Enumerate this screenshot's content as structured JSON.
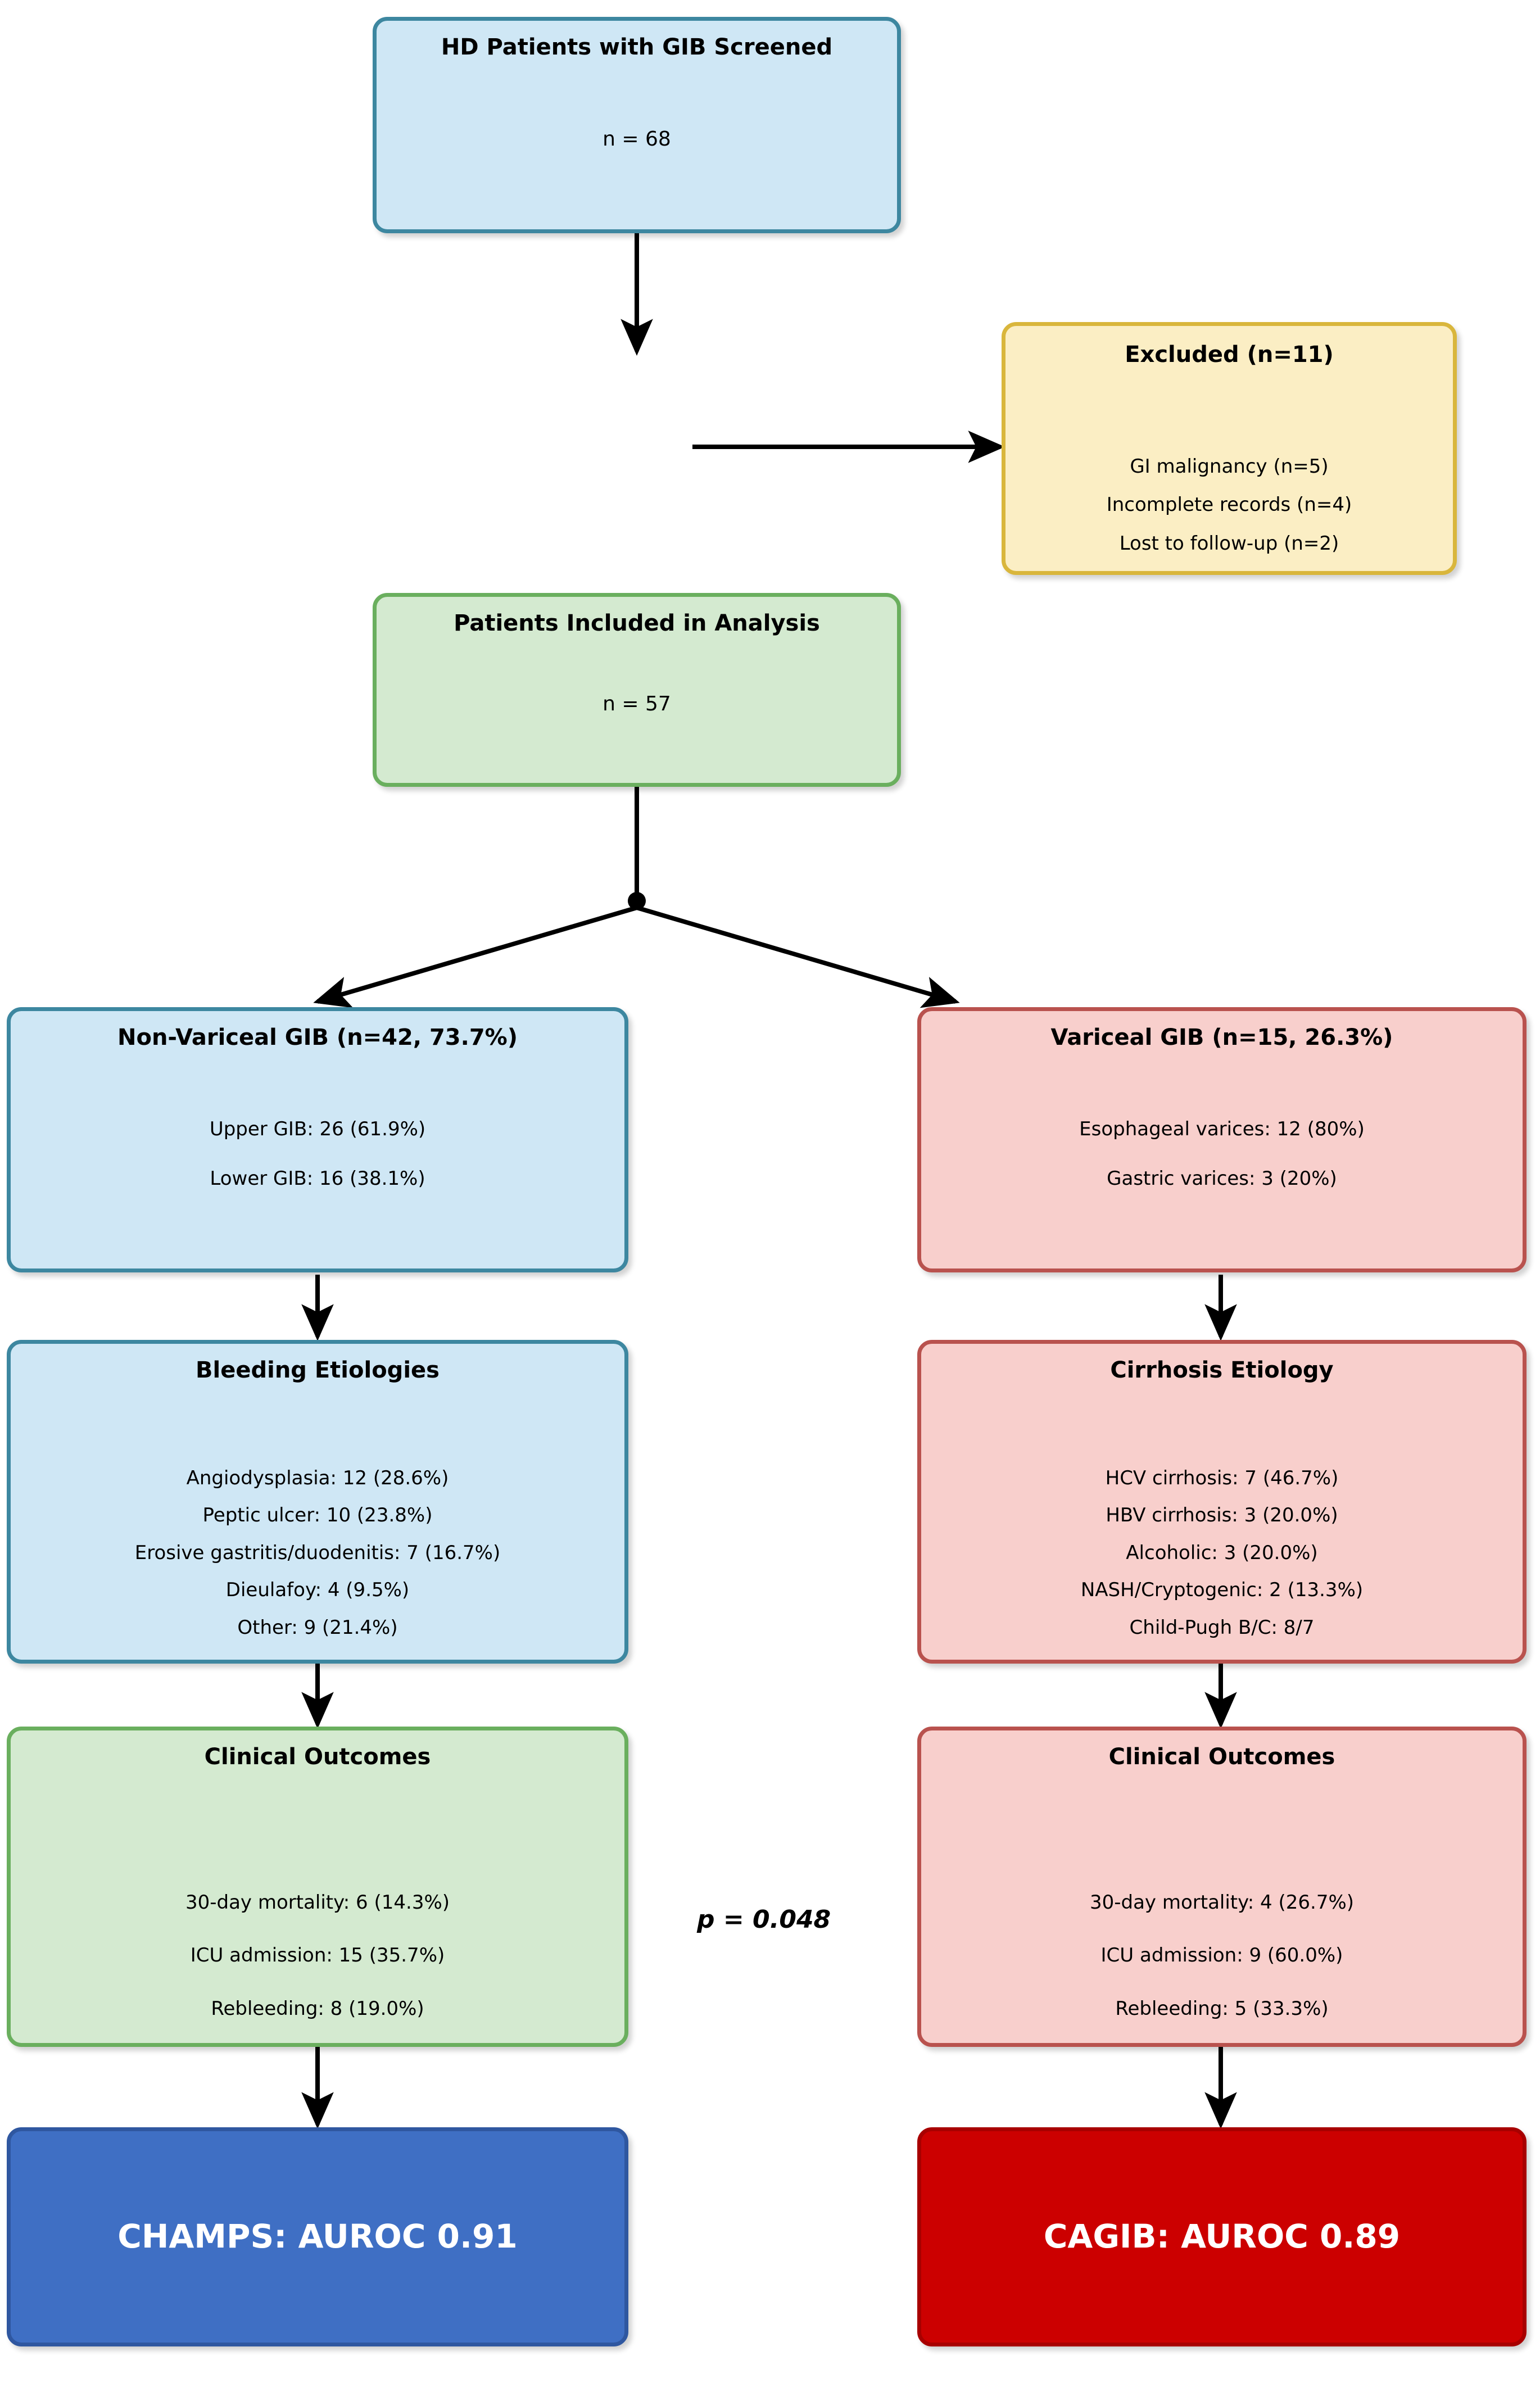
{
  "diagram": {
    "type": "flowchart",
    "nodes": {
      "screened": {
        "title": "HD Patients with GIB Screened",
        "lines": [
          "n = 68"
        ]
      },
      "excluded": {
        "title": "Excluded (n=11)",
        "lines": [
          "GI malignancy (n=5)",
          "Incomplete records (n=4)",
          "Lost to follow-up (n=2)"
        ]
      },
      "included": {
        "title": "Patients Included in Analysis",
        "lines": [
          "n = 57"
        ]
      },
      "nonvariceal": {
        "title": "Non-Variceal GIB (n=42, 73.7%)",
        "lines": [
          "Upper GIB: 26 (61.9%)",
          "Lower GIB: 16 (38.1%)"
        ]
      },
      "variceal": {
        "title": "Variceal GIB (n=15, 26.3%)",
        "lines": [
          "Esophageal varices: 12 (80%)",
          "Gastric varices: 3 (20%)"
        ]
      },
      "bleeding_etiologies": {
        "title": "Bleeding Etiologies",
        "lines": [
          "Angiodysplasia: 12 (28.6%)",
          "Peptic ulcer: 10 (23.8%)",
          "Erosive gastritis/duodenitis: 7 (16.7%)",
          "Dieulafoy: 4 (9.5%)",
          "Other: 9 (21.4%)"
        ]
      },
      "cirrhosis_etiology": {
        "title": "Cirrhosis Etiology",
        "lines": [
          "HCV cirrhosis: 7 (46.7%)",
          "HBV cirrhosis: 3 (20.0%)",
          "Alcoholic: 3 (20.0%)",
          "NASH/Cryptogenic: 2 (13.3%)",
          "Child-Pugh B/C: 8/7"
        ]
      },
      "outcomes_left": {
        "title": "Clinical Outcomes",
        "lines": [
          "30-day mortality: 6 (14.3%)",
          "ICU admission: 15 (35.7%)",
          "Rebleeding: 8 (19.0%)"
        ]
      },
      "outcomes_right": {
        "title": "Clinical Outcomes",
        "lines": [
          "30-day mortality: 4 (26.7%)",
          "ICU admission: 9 (60.0%)",
          "Rebleeding: 5 (33.3%)"
        ]
      },
      "champs": {
        "label": "CHAMPS: AUROC 0.91"
      },
      "cagib": {
        "label": "CAGIB: AUROC 0.89"
      }
    },
    "annotations": {
      "p_value": "p = 0.048"
    },
    "colors": {
      "blue_fill": "#cfe7f5",
      "blue_border": "#3d87a0",
      "green_fill": "#d4ead0",
      "green_border": "#6aaf5e",
      "yellow_fill": "#fbeec4",
      "yellow_border": "#d9b63c",
      "red_fill": "#f8cfcc",
      "red_border": "#b9524e",
      "champs_fill": "#3f6fc4",
      "cagib_fill": "#cc0000",
      "arrow": "#000000"
    }
  }
}
